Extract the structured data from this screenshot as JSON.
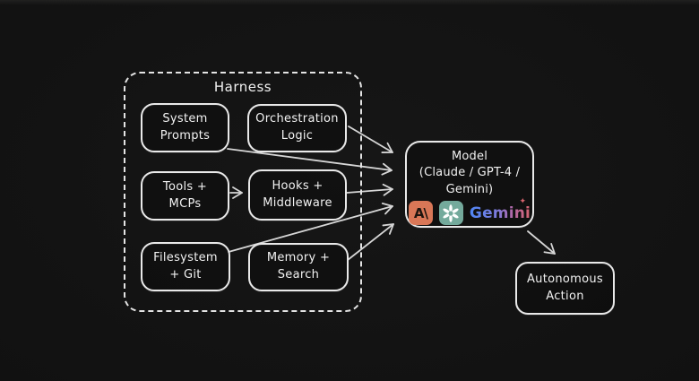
{
  "diagram": {
    "colors": {
      "background": "#131313",
      "box_stroke": "#E9E9E9",
      "arrow": "#D6D6D6",
      "anthropic_bg": "#D97757",
      "openai_bg": "#74AA9C",
      "gemini_gradient": [
        "#4E86F5",
        "#9B72CB",
        "#D6646E"
      ]
    },
    "harness": {
      "title": "Harness",
      "boxes": {
        "system_prompts": "System\nPrompts",
        "orchestration_logic": "Orchestration\nLogic",
        "tools_mcps": "Tools +\nMCPs",
        "hooks_middleware": "Hooks +\nMiddleware",
        "filesystem_git": "Filesystem\n+ Git",
        "memory_search": "Memory +\nSearch"
      }
    },
    "model": {
      "title": "Model\n(Claude / GPT-4 /\nGemini)",
      "logos": {
        "anthropic_glyph": "A\\",
        "gemini_label": "Gemini",
        "gemini_sparkle": "✦"
      }
    },
    "autonomous_action": "Autonomous\nAction",
    "connections": [
      {
        "from": "orchestration-logic",
        "to": "model"
      },
      {
        "from": "system-prompts",
        "to": "model"
      },
      {
        "from": "tools-mcps",
        "to": "hooks-middleware"
      },
      {
        "from": "hooks-middleware",
        "to": "model"
      },
      {
        "from": "filesystem-git",
        "to": "model"
      },
      {
        "from": "memory-search",
        "to": "model"
      },
      {
        "from": "model",
        "to": "autonomous-action"
      }
    ]
  }
}
